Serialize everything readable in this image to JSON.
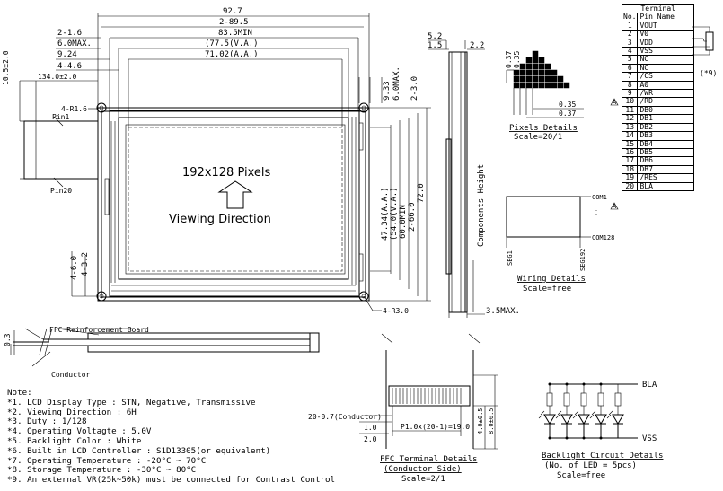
{
  "main_view": {
    "dims_top": [
      "92.7",
      "2-89.5",
      "83.5MIN",
      "2-1.6",
      "6.0MAX.",
      "(77.5(V.A.)",
      "9.24",
      "71.02(A.A.)",
      "4-4.6",
      "134.0±2.0",
      "10.5±2.0"
    ],
    "dims_right": [
      "9.33",
      "6.0MAX.",
      "2-3.0",
      "47.34(A.A.)",
      "(54.0(V.A.)",
      "60.0MIN",
      "2-66.0",
      "72.0"
    ],
    "dims_left_bottom": [
      "4-6.0",
      "4-3.2"
    ],
    "hole_top": "4-R1.6",
    "hole_bottom": "4-R3.0",
    "pin_first": "Pin1",
    "pin_last": "Pin20",
    "pixels_label": "192x128 Pixels",
    "viewing_label": "Viewing Direction"
  },
  "side_view": {
    "dims": [
      "5.2",
      "1.5",
      "2.2"
    ],
    "height_label": "Components Height",
    "bottom_dim": "3.5MAX."
  },
  "pixel_detail": {
    "dims": [
      "0.37",
      "0.35",
      "0.35",
      "0.37"
    ],
    "title": "Pixels Details",
    "scale": "Scale=20/1"
  },
  "wiring_detail": {
    "com_top": "COM1",
    "com_bottom": "COM128",
    "seg_left": "SEG1",
    "seg_right": "SEG192",
    "title": "Wiring Details",
    "scale": "Scale=free"
  },
  "terminal_table": {
    "title": "Terminal",
    "col_no": "No.",
    "col_name": "Pin Name",
    "rows": [
      {
        "no": "1",
        "name": "VOUT"
      },
      {
        "no": "2",
        "name": "V0"
      },
      {
        "no": "3",
        "name": "VDD"
      },
      {
        "no": "4",
        "name": "VSS"
      },
      {
        "no": "5",
        "name": "NC"
      },
      {
        "no": "6",
        "name": "NC"
      },
      {
        "no": "7",
        "name": "/CS"
      },
      {
        "no": "8",
        "name": "A0"
      },
      {
        "no": "9",
        "name": "/WR"
      },
      {
        "no": "10",
        "name": "/RD"
      },
      {
        "no": "11",
        "name": "DB0"
      },
      {
        "no": "12",
        "name": "DB1"
      },
      {
        "no": "13",
        "name": "DB2"
      },
      {
        "no": "14",
        "name": "DB3"
      },
      {
        "no": "15",
        "name": "DB4"
      },
      {
        "no": "16",
        "name": "DB5"
      },
      {
        "no": "17",
        "name": "DB6"
      },
      {
        "no": "18",
        "name": "DB7"
      },
      {
        "no": "19",
        "name": "/RES"
      },
      {
        "no": "20",
        "name": "BLA"
      }
    ],
    "warning_mark": "A",
    "vr_note": "(*9)"
  },
  "ffc_view": {
    "thickness": "0.3",
    "reinforcement_label": "FFC Reinforcement Board",
    "conductor_label": "Conductor"
  },
  "ffc_detail": {
    "conductor_dim": "20-0.7(Conductor)",
    "dim_left_1": "1.0",
    "dim_left_2": "2.0",
    "pitch_dim": "P1.0x(20-1)=19.0",
    "dim_right_1": "4.0±0.5",
    "dim_right_2": "8.0±0.5",
    "title": "FFC Terminal Details",
    "subtitle": "(Conductor Side)",
    "scale": "Scale=2/1"
  },
  "backlight_detail": {
    "bla": "BLA",
    "vss": "VSS",
    "title": "Backlight Circuit Details",
    "subtitle": "(No. of LED = 5pcs)",
    "scale": "Scale=free"
  },
  "notes": {
    "heading": "Note:",
    "items": [
      "*1. LCD Display Type : STN, Negative, Transmissive",
      "*2. Viewing Direction : 6H",
      "*3. Duty : 1/128",
      "*4. Operating Voltagte : 5.0V",
      "*5. Backlight Color : White",
      "*6. Built in LCD Controller : S1D13305(or equivalent)",
      "*7. Operating Temperature : -20°C ~ 70°C",
      "*8. Storage Temperature : -30°C ~ 80°C",
      "*9. An external VR(25k~50k) must be connected for Contrast Control"
    ]
  }
}
